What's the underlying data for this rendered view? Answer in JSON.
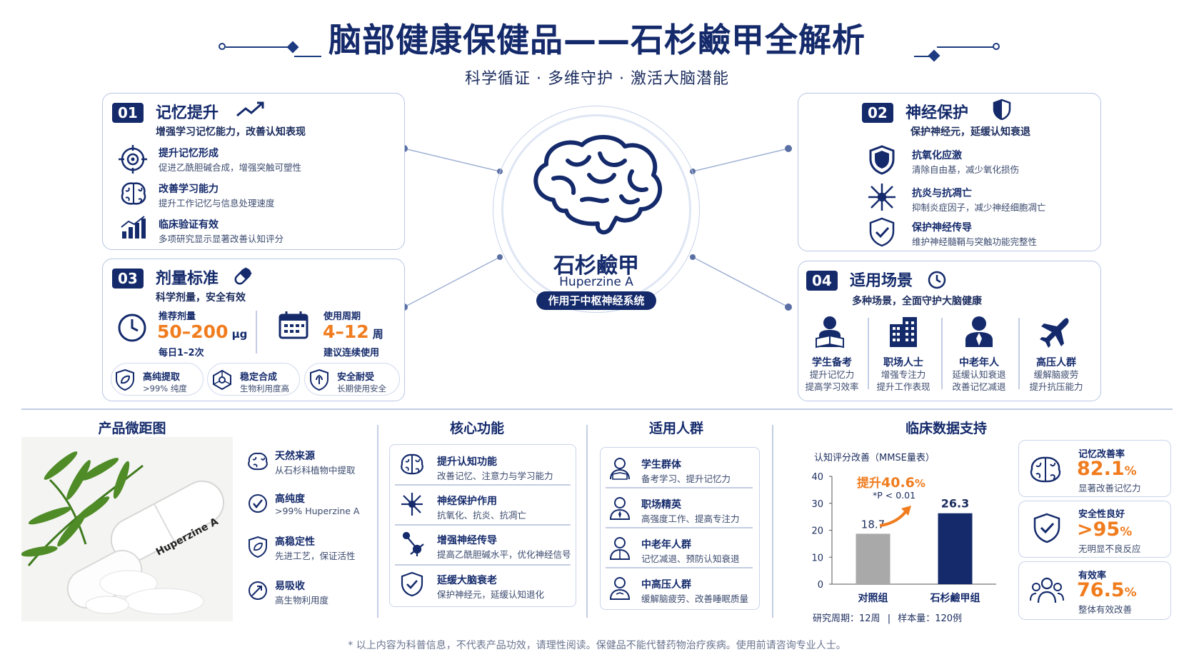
{
  "header": {
    "title": "脑部健康保健品——石杉鹼甲全解析",
    "subtitle": "科学循证 · 多维守护 · 激活大脑潜能"
  },
  "center": {
    "name": "石杉鹼甲",
    "name_en": "Huperzine A",
    "tag": "作用于中枢神经系统"
  },
  "sec01": {
    "num": "01",
    "title": "记忆提升",
    "sub": "增强学习记忆能力，改善认知表现",
    "items": [
      {
        "t": "提升记忆形成",
        "d": "促进乙酰胆碱合成，增强突触可塑性"
      },
      {
        "t": "改善学习能力",
        "d": "提升工作记忆与信息处理速度"
      },
      {
        "t": "临床验证有效",
        "d": "多项研究显示显著改善认知评分"
      }
    ]
  },
  "sec02": {
    "num": "02",
    "title": "神经保护",
    "sub": "保护神经元，延缓认知衰退",
    "items": [
      {
        "t": "抗氧化应激",
        "d": "清除自由基，减少氧化损伤"
      },
      {
        "t": "抗炎与抗凋亡",
        "d": "抑制炎症因子，减少神经细胞凋亡"
      },
      {
        "t": "保护神经传导",
        "d": "维护神经髓鞘与突触功能完整性"
      }
    ]
  },
  "sec03": {
    "num": "03",
    "title": "剂量标准",
    "sub": "科学剂量，安全有效",
    "dose_label": "推荐剂量",
    "dose_value": "50–200",
    "dose_unit": "μg",
    "dose_freq": "每日1–2次",
    "cycle_label": "使用周期",
    "cycle_value": "4–12",
    "cycle_unit": "周",
    "cycle_note": "建议连续使用",
    "badges": [
      {
        "t": "高纯提取",
        "d": ">99% 纯度"
      },
      {
        "t": "稳定合成",
        "d": "生物利用度高"
      },
      {
        "t": "安全耐受",
        "d": "长期使用安全"
      }
    ]
  },
  "sec04": {
    "num": "04",
    "title": "适用场景",
    "sub": "多种场景，全面守护大脑健康",
    "scenes": [
      {
        "t": "学生备考",
        "d1": "提升记忆力",
        "d2": "提高学习效率"
      },
      {
        "t": "职场人士",
        "d1": "增强专注力",
        "d2": "提升工作表现"
      },
      {
        "t": "中老年人",
        "d1": "延缓认知衰退",
        "d2": "改善记忆减退"
      },
      {
        "t": "高压人群",
        "d1": "缓解脑疲劳",
        "d2": "提升抗压能力"
      }
    ]
  },
  "product": {
    "title": "产品微距图",
    "capsule_label": "Huperzine A",
    "features": [
      {
        "t": "天然来源",
        "d": "从石杉科植物中提取"
      },
      {
        "t": "高纯度",
        "d": ">99% Huperzine A"
      },
      {
        "t": "高稳定性",
        "d": "先进工艺，保证活性"
      },
      {
        "t": "易吸收",
        "d": "高生物利用度"
      }
    ]
  },
  "core": {
    "title": "核心功能",
    "items": [
      {
        "t": "提升认知功能",
        "d": "改善记忆、注意力与学习能力"
      },
      {
        "t": "神经保护作用",
        "d": "抗氧化、抗炎、抗凋亡"
      },
      {
        "t": "增强神经传导",
        "d": "提高乙酰胆碱水平，优化神经信号"
      },
      {
        "t": "延缓大脑衰老",
        "d": "保护神经元，延缓认知退化"
      }
    ]
  },
  "people": {
    "title": "适用人群",
    "items": [
      {
        "t": "学生群体",
        "d": "备考学习、提升记忆力"
      },
      {
        "t": "职场精英",
        "d": "高强度工作、提高专注力"
      },
      {
        "t": "中老年人群",
        "d": "记忆减退、预防认知衰退"
      },
      {
        "t": "中高压人群",
        "d": "缓解脑疲劳、改善睡眠质量"
      }
    ]
  },
  "clinical": {
    "title": "临床数据支持",
    "boost_label": "提升",
    "boost_value": "40.6",
    "boost_unit": "%",
    "pval": "*P < 0.01",
    "footer_period": "研究周期：12周",
    "footer_sample": "样本量：120例"
  },
  "chart_data": {
    "type": "bar",
    "title": "认知评分改善（MMSE量表）",
    "categories": [
      "对照组",
      "石杉鹼甲组"
    ],
    "values": [
      18.7,
      26.3
    ],
    "yticks": [
      0,
      10,
      20,
      30,
      40
    ],
    "ylim": [
      0,
      40
    ],
    "colors": [
      "#a9a9a9",
      "#142a6b"
    ]
  },
  "stats": [
    {
      "label": "记忆改善率",
      "value": "82.1",
      "unit": "%",
      "note": "显著改善记忆力"
    },
    {
      "label": "安全性良好",
      "value": ">95",
      "unit": "%",
      "note": "无明显不良反应"
    },
    {
      "label": "有效率",
      "value": "76.5",
      "unit": "%",
      "note": "整体有效改善"
    }
  ],
  "disclaimer": "* 以上内容为科普信息，不代表产品功效，请理性阅读。保健品不能代替药物治疗疾病。使用前请咨询专业人士。"
}
